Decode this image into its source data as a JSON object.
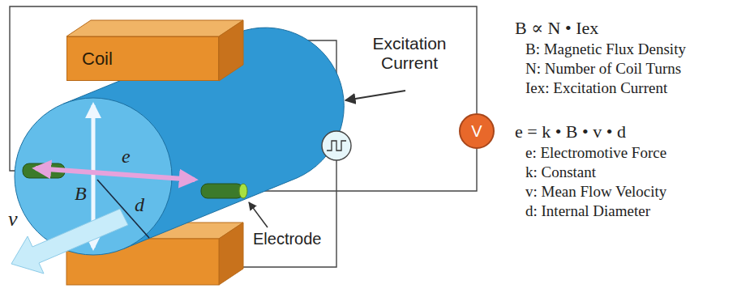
{
  "diagram": {
    "nodes": [
      {
        "text": [
          "Coil"
        ]
      },
      {
        "text": [
          "V"
        ]
      }
    ],
    "labels": [
      "Excitation Current",
      "e",
      "B",
      "d",
      "v",
      "Electrode",
      "B ∝ N • Iex",
      "B: Magnetic Flux Density",
      "N: Number of Coil Turns",
      "Iex: Excitation Current",
      "e = k • B • v • d",
      "e: Electromotive Force",
      "k: Constant",
      "v: Mean Flow Velocity",
      "d: Internal Diameter"
    ]
  }
}
